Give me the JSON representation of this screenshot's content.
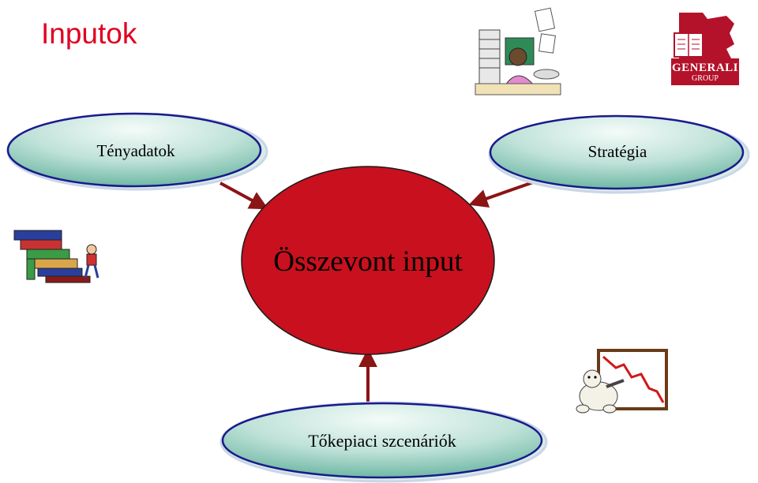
{
  "title": "Inputok",
  "nodes": {
    "facts": "Tényadatok",
    "strategy": "Stratégia",
    "center": "Összevont input",
    "scenarios": "Tőkepiaci szcenáriók"
  },
  "logo": {
    "brand": "GENERALI",
    "group": "GROUP"
  },
  "colors": {
    "title": "#e00020",
    "center_fill": "#c8101e",
    "arrow": "#8b1414",
    "ellipse_edge": "#1a1a8c",
    "ellipse_light": "#eaf6f3",
    "ellipse_mid": "#8ccab9",
    "logo_bg": "#b3122a"
  }
}
